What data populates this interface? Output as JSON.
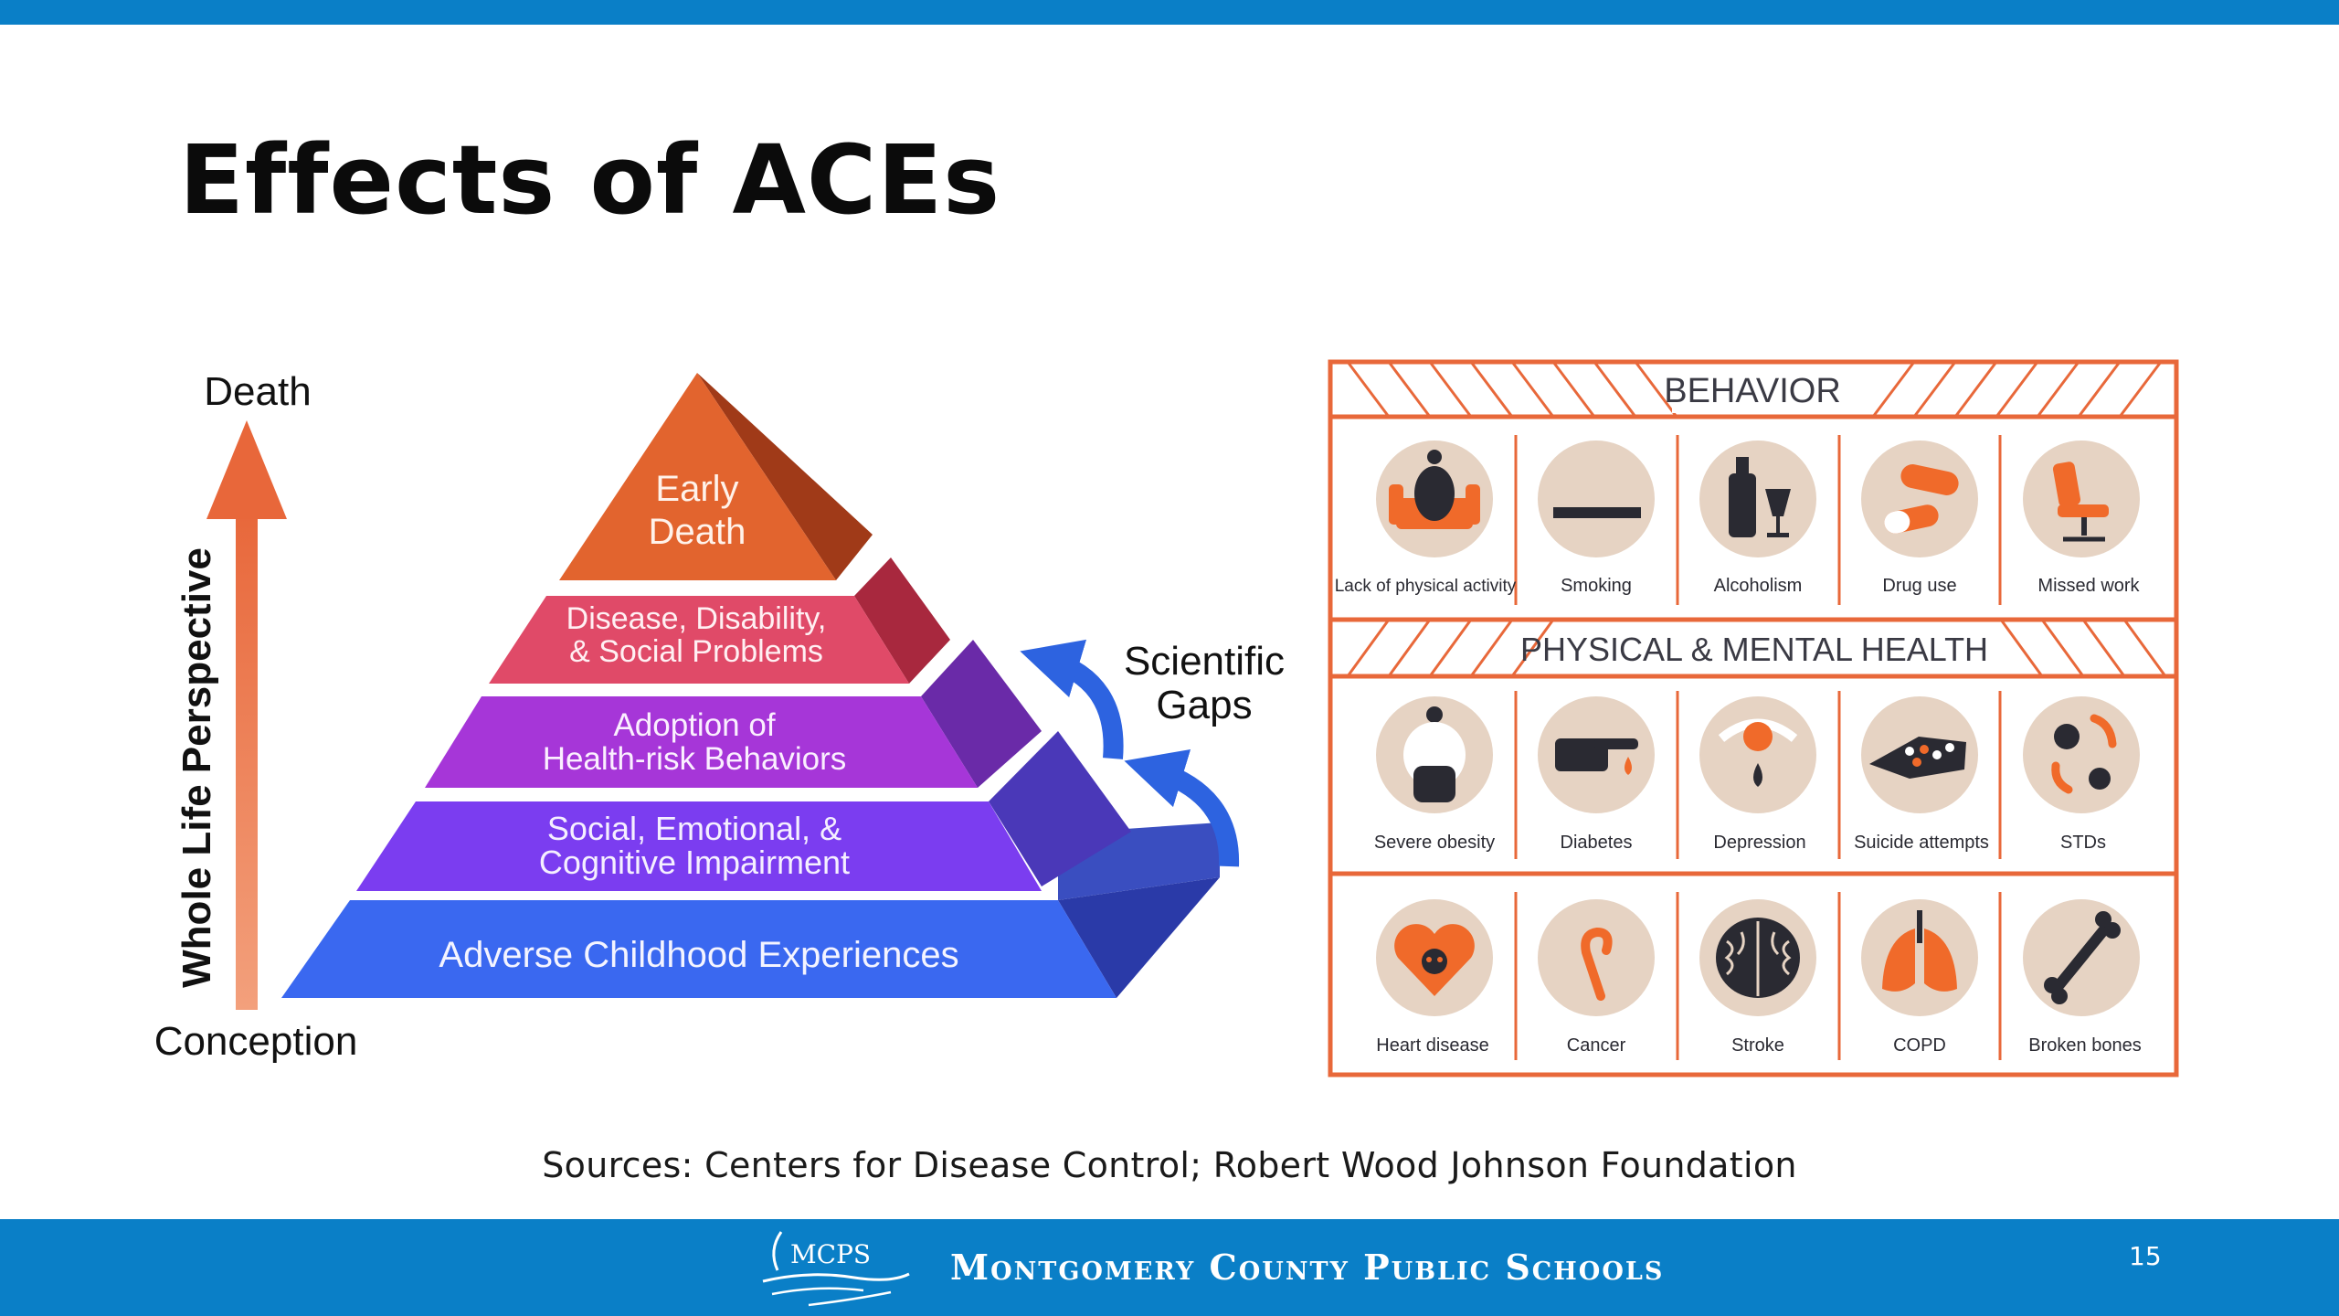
{
  "slide": {
    "title": "Effects of ACEs",
    "sources": "Sources: Centers for Disease Control; Robert Wood Johnson Foundation",
    "page_number": "15"
  },
  "footer": {
    "logo_text": "MCPS",
    "district_name": "Montgomery County Public Schools"
  },
  "pyramid": {
    "axis_top": "Death",
    "axis_bottom": "Conception",
    "axis_label": "Whole Life Perspective",
    "gaps_line1": "Scientific",
    "gaps_line2": "Gaps",
    "tier1_line1": "Early",
    "tier1_line2": "Death",
    "tier2_line1": "Disease, Disability,",
    "tier2_line2": "& Social Problems",
    "tier3_line1": "Adoption of",
    "tier3_line2": "Health-risk Behaviors",
    "tier4_line1": "Social, Emotional, &",
    "tier4_line2": "Cognitive Impairment",
    "tier5_line1": "Adverse Childhood Experiences"
  },
  "infographic": {
    "behavior_header": "BEHAVIOR",
    "health_header": "PHYSICAL & MENTAL HEALTH",
    "row1": [
      "Lack of physical activity",
      "Smoking",
      "Alcoholism",
      "Drug use",
      "Missed work"
    ],
    "row2": [
      "Severe obesity",
      "Diabetes",
      "Depression",
      "Suicide attempts",
      "STDs"
    ],
    "row3": [
      "Heart disease",
      "Cancer",
      "Stroke",
      "COPD",
      "Broken bones"
    ],
    "colors": {
      "frame": "#e8683a",
      "circle": "#e6d3c3",
      "icon_dark": "#2a2a32",
      "icon_accent": "#f06a2a"
    }
  }
}
